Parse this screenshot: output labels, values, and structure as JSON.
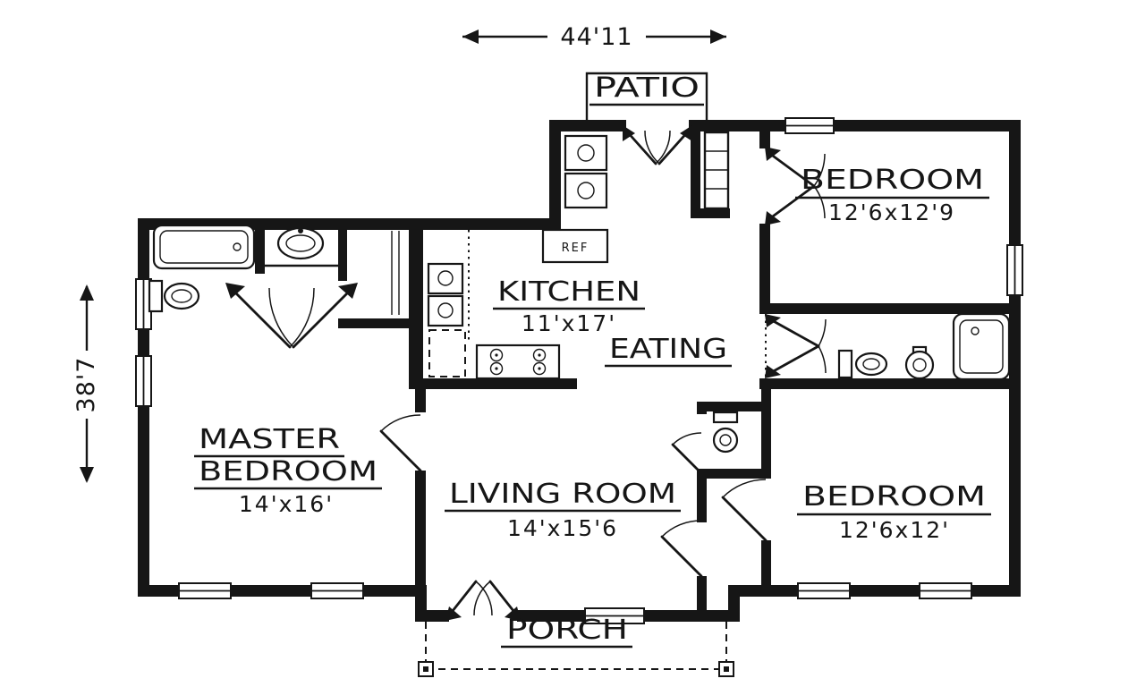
{
  "dimensions": {
    "width": "44'11",
    "depth": "38'7"
  },
  "rooms": {
    "patio": {
      "label": "PATIO"
    },
    "bedroom_top": {
      "label": "BEDROOM",
      "size": "12'6x12'9"
    },
    "kitchen": {
      "label": "KITCHEN",
      "size": "11'x17'"
    },
    "eating": {
      "label": "EATING"
    },
    "master": {
      "line1": "MASTER",
      "line2": "BEDROOM",
      "size": "14'x16'"
    },
    "living": {
      "label": "LIVING ROOM",
      "size": "14'x15'6"
    },
    "bedroom_bottom": {
      "label": "BEDROOM",
      "size": "12'6x12'"
    },
    "porch": {
      "label": "PORCH"
    }
  },
  "labels": {
    "refrigerator": "REF"
  },
  "colors": {
    "wall": "#161616",
    "background": "#ffffff"
  }
}
